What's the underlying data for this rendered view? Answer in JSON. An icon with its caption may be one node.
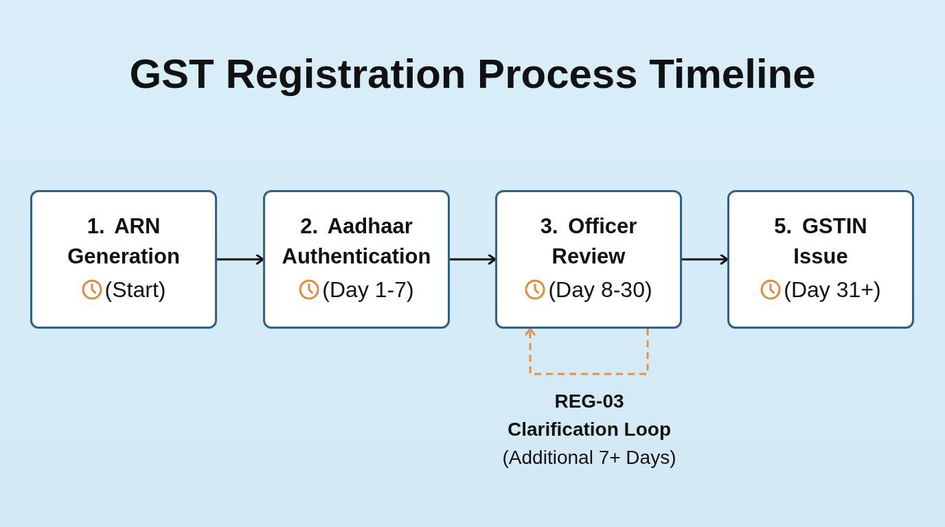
{
  "diagram": {
    "title": "GST Registration Process Timeline",
    "nodes": [
      {
        "text": [
          "1. ARN Generation",
          "(Start)"
        ]
      },
      {
        "text": [
          "2. Aadhaar Authentication",
          "(Day 1-7)"
        ]
      },
      {
        "text": [
          "3. Officer Review",
          "(Day 8-30)"
        ]
      },
      {
        "text": [
          "5. GSTIN Issue",
          "(Day 31+)"
        ]
      }
    ],
    "edges": [
      {
        "from": 0,
        "to": 1,
        "arrow": "to"
      },
      {
        "from": 1,
        "to": 2,
        "arrow": "to"
      },
      {
        "from": 2,
        "to": 3,
        "arrow": "to"
      },
      {
        "from": 2,
        "to": 2,
        "arrow": "to",
        "style": "dashed",
        "color": "#e8913a",
        "label": "**REG-03 Clarification Loop** (Additional 7+ Days)"
      }
    ]
  }
}
